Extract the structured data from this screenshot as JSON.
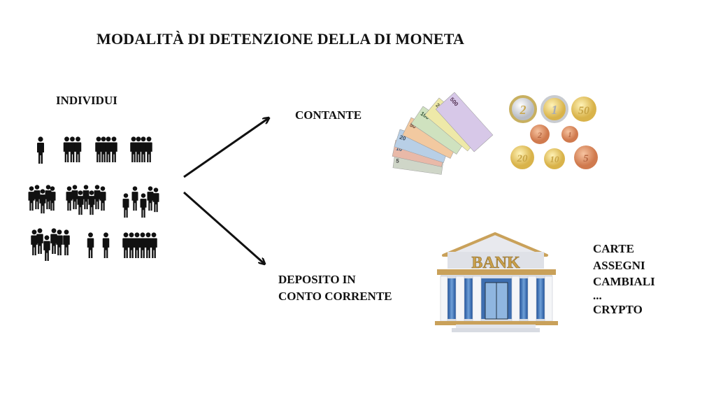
{
  "title": "MODALITÀ DI DETENZIONE DELLA  DI MONETA",
  "individuals": {
    "label": "INDIVIDUI",
    "icon": "people-groups-icon"
  },
  "cash": {
    "label": "CONTANTE",
    "banknotes": [
      "5",
      "10",
      "20",
      "50",
      "100",
      "200",
      "500"
    ],
    "coins": [
      "2",
      "1",
      "50",
      "2",
      "1",
      "20",
      "10",
      "5"
    ]
  },
  "deposit": {
    "label_line1": "DEPOSITO IN",
    "label_line2": "CONTO CORRENTE",
    "bank_sign": "BANK",
    "instruments": [
      "CARTE",
      "ASSEGNI",
      "CAMBIALI",
      "...",
      "CRYPTO"
    ]
  },
  "colors": {
    "text": "#111111",
    "bank_column": "#2b5fa8",
    "bank_gold": "#c9a15a"
  }
}
